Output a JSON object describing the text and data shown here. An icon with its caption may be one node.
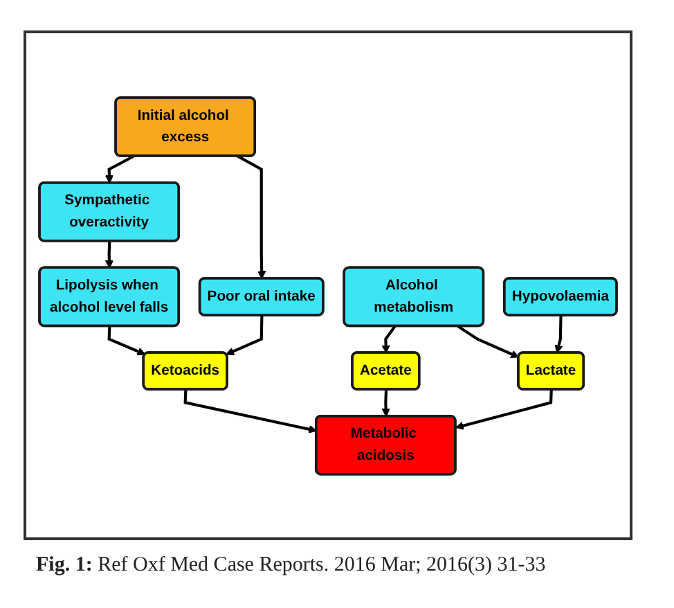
{
  "diagram": {
    "caption": "**Fig. 1:** Ref Oxf Med Case Reports. 2016 Mar; 2016(3) 31-33",
    "nodes": [
      {
        "text": [
          "Sympathetic overactivity"
        ]
      },
      {
        "text": [
          "Initial alcohol excess"
        ]
      },
      {
        "text": [
          "Lipolysis when alcohol level falls"
        ]
      },
      {
        "text": [
          "Ketoacids"
        ]
      },
      {
        "text": [
          "Poor oral intake"
        ]
      },
      {
        "text": [
          "Metabolic acidosis"
        ]
      },
      {
        "text": [
          "Acetate"
        ]
      },
      {
        "text": [
          "Lactate"
        ]
      },
      {
        "text": [
          "Alcohol metabolism"
        ]
      },
      {
        "text": [
          "Hypovolaemia"
        ]
      }
    ],
    "edges": [
      {
        "from": 1,
        "to": 0,
        "arrow": "to"
      },
      {
        "from": 0,
        "to": 2,
        "arrow": "to"
      },
      {
        "from": 1,
        "to": 4,
        "arrow": "to"
      },
      {
        "from": 2,
        "to": 3,
        "arrow": "to"
      },
      {
        "from": 4,
        "to": 3,
        "arrow": "to"
      },
      {
        "from": 3,
        "to": 5,
        "arrow": "to"
      },
      {
        "from": 6,
        "to": 5,
        "arrow": "to"
      },
      {
        "from": 7,
        "to": 5,
        "arrow": "to"
      },
      {
        "from": 8,
        "to": 6,
        "arrow": "to"
      },
      {
        "from": 8,
        "to": 7,
        "arrow": "to"
      },
      {
        "from": 9,
        "to": 7,
        "arrow": "to"
      }
    ]
  }
}
